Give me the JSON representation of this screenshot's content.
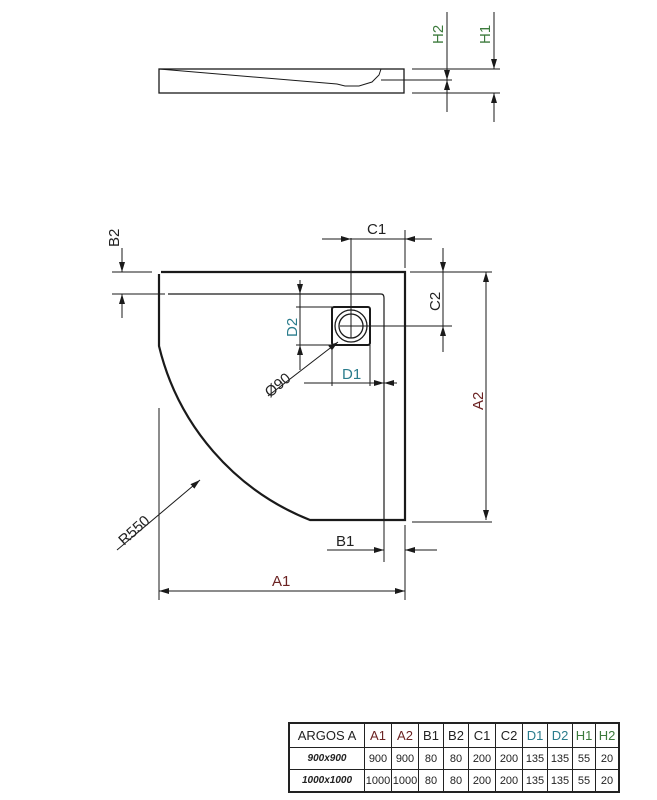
{
  "colors": {
    "line": "#1a1a1a",
    "a_label": "#6b2222",
    "d_label": "#2a7c8c",
    "h_label": "#3c7a3c",
    "dark_label": "#222222"
  },
  "labels": {
    "H1": "H1",
    "H2": "H2",
    "B1": "B1",
    "B2": "B2",
    "C1": "C1",
    "C2": "C2",
    "D1": "D1",
    "D2": "D2",
    "A1": "A1",
    "A2": "A2",
    "R": "R550",
    "phi": "Ø90"
  },
  "table": {
    "model": "ARGOS A",
    "columns": [
      "A1",
      "A2",
      "B1",
      "B2",
      "C1",
      "C2",
      "D1",
      "D2",
      "H1",
      "H2"
    ],
    "rows": [
      {
        "size": "900x900",
        "values": [
          "900",
          "900",
          "80",
          "80",
          "200",
          "200",
          "135",
          "135",
          "55",
          "20"
        ]
      },
      {
        "size": "1000x1000",
        "values": [
          "1000",
          "1000",
          "80",
          "80",
          "200",
          "200",
          "135",
          "135",
          "55",
          "20"
        ]
      }
    ]
  }
}
